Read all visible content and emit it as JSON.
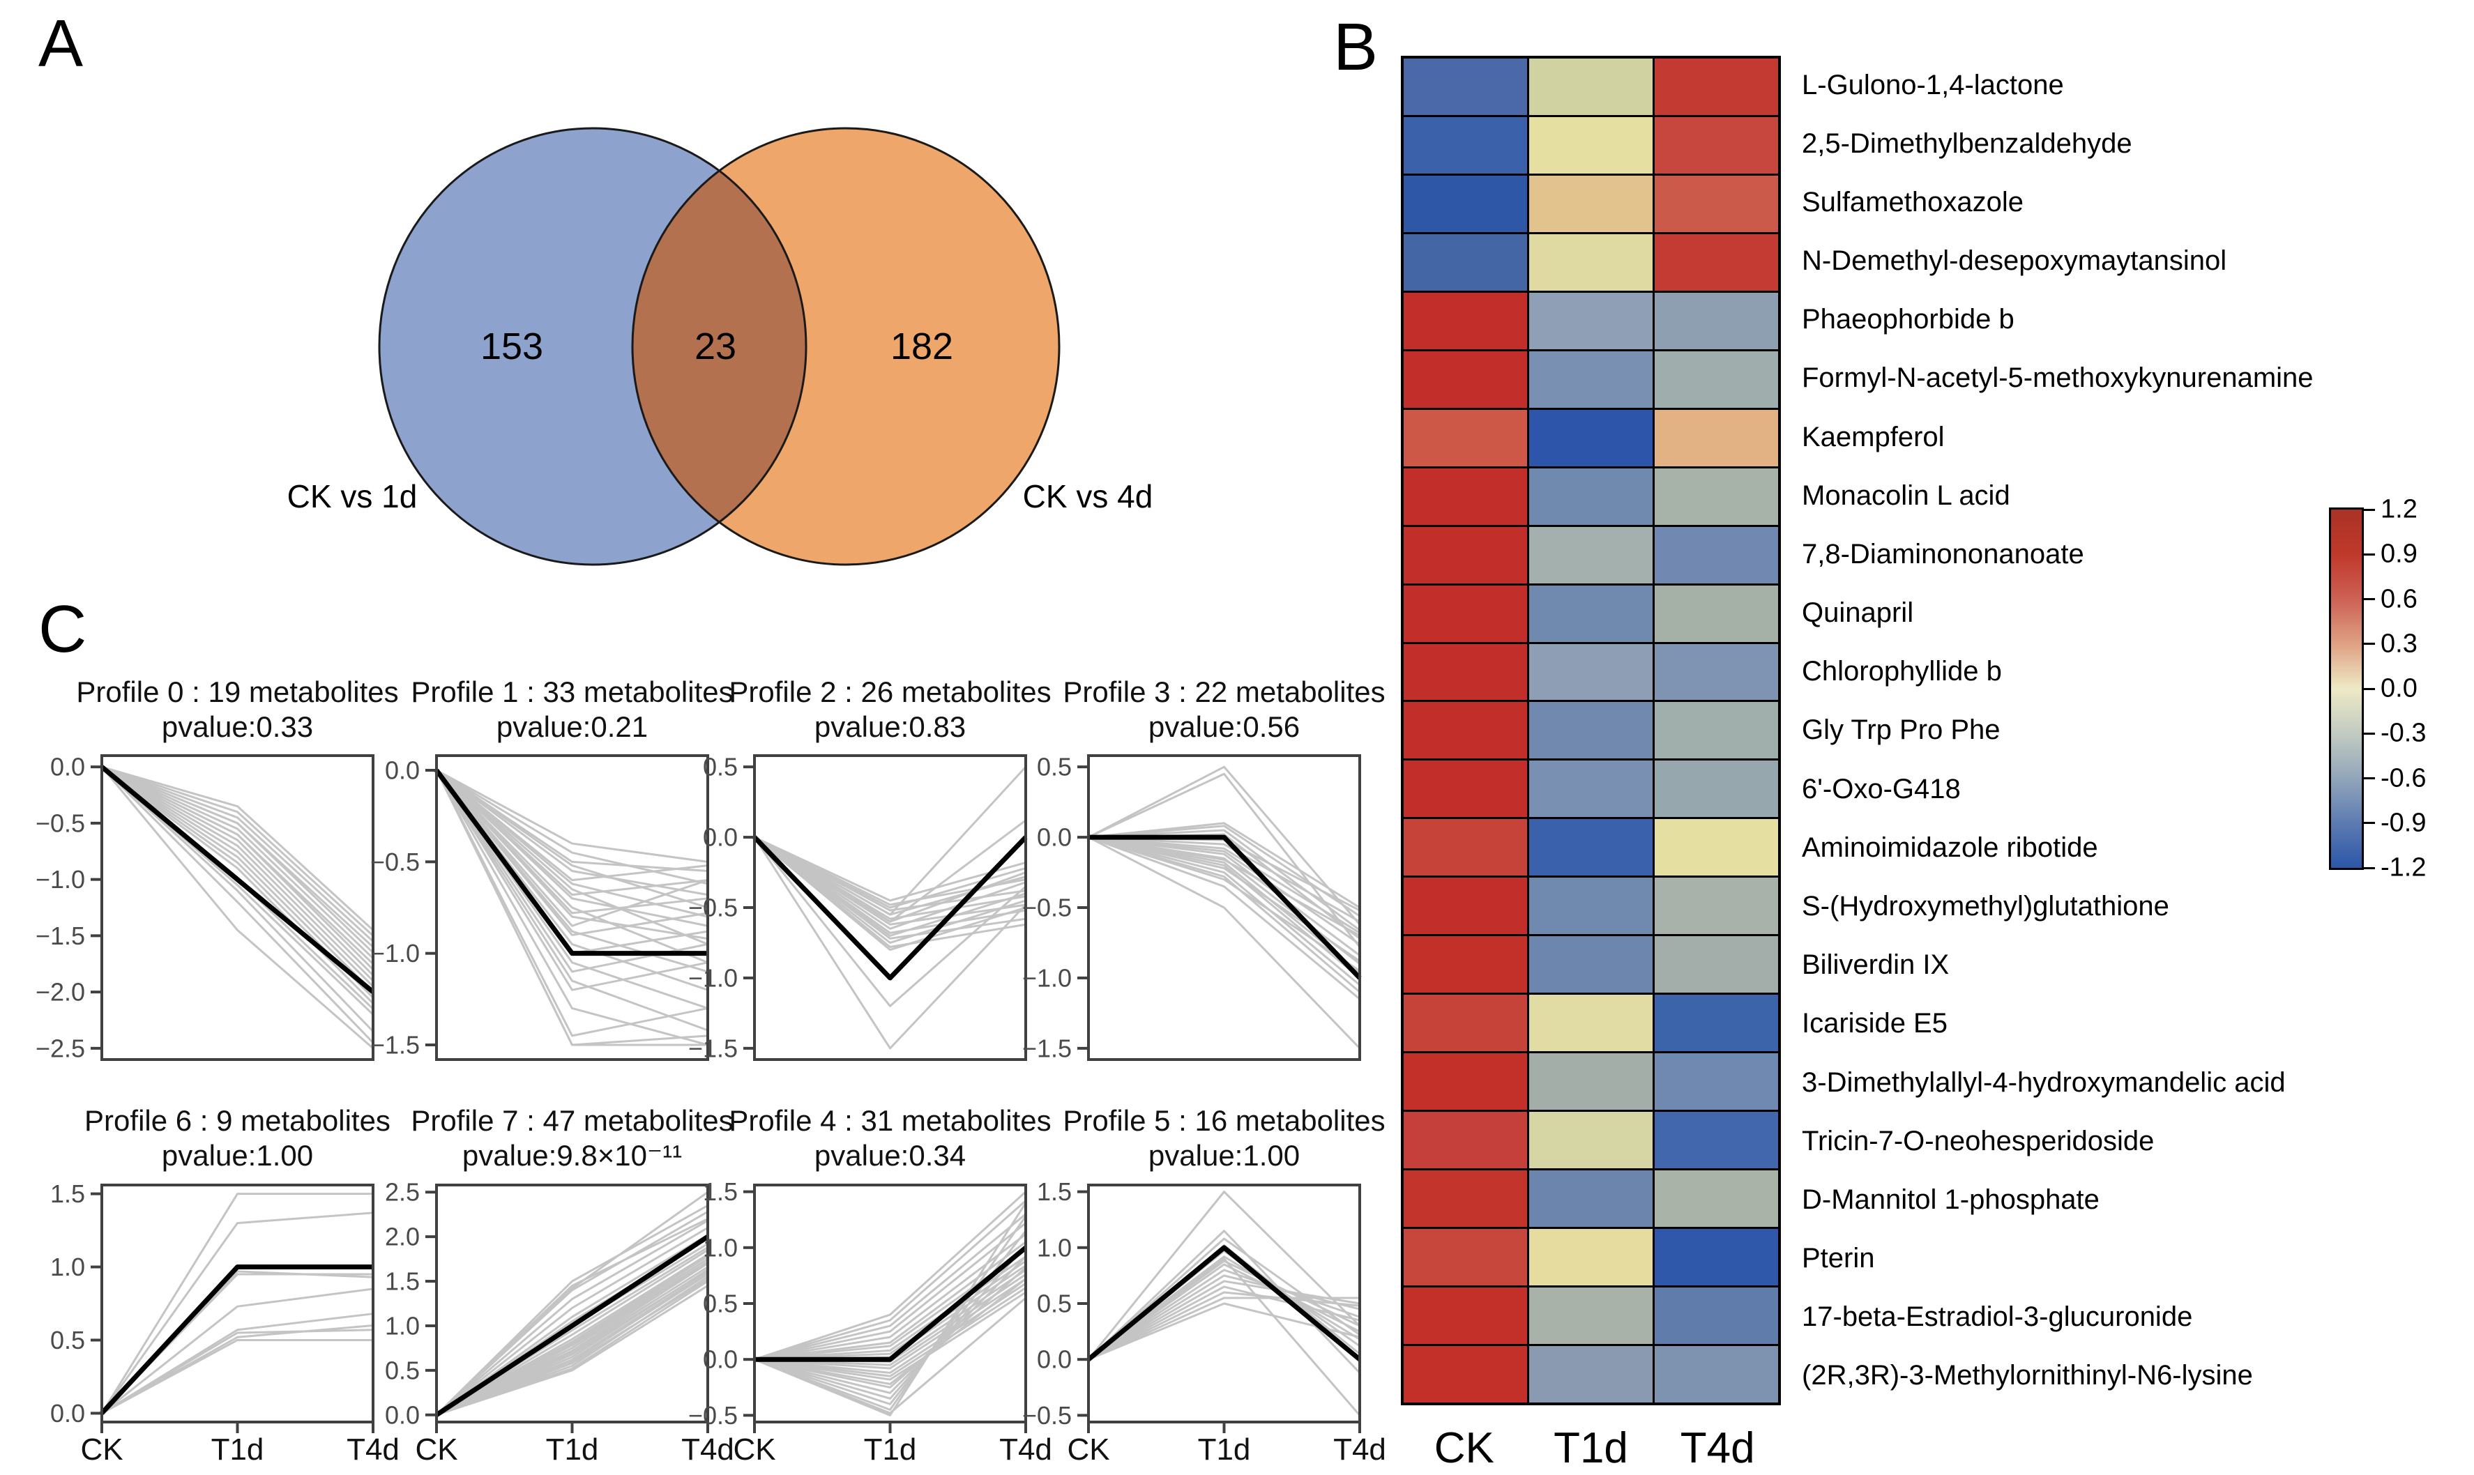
{
  "panels": {
    "a_label": "A",
    "b_label": "B",
    "c_label": "C"
  },
  "venn": {
    "left_label": "CK vs 1d",
    "right_label": "CK vs 4d",
    "left_count": "153",
    "overlap_count": "23",
    "right_count": "182",
    "left_color": "#8da2cc",
    "right_color": "#eea66a",
    "overlap_color": "#b3714f",
    "stroke_color": "#1a1a1a"
  },
  "heatmap": {
    "columns": [
      "CK",
      "T1d",
      "T4d"
    ],
    "rows": [
      {
        "label": "L-Gulono-1,4-lactone",
        "colors": [
          "#4b69a8",
          "#d0d2a2",
          "#c23a31"
        ]
      },
      {
        "label": "2,5-Dimethylbenzaldehyde",
        "colors": [
          "#3a61a9",
          "#e6dfa2",
          "#c7463d"
        ]
      },
      {
        "label": "Sulfamethoxazole",
        "colors": [
          "#2f57a7",
          "#e2c28d",
          "#cc5a4a"
        ]
      },
      {
        "label": "N-Demethyl-desepoxymaytansinol",
        "colors": [
          "#4566a5",
          "#dedaa2",
          "#c43b33"
        ]
      },
      {
        "label": "Phaeophorbide b",
        "colors": [
          "#c22e2a",
          "#8f9fb6",
          "#8f9fb2"
        ]
      },
      {
        "label": "Formyl-N-acetyl-5-methoxykynurenamine",
        "colors": [
          "#c22e2a",
          "#7990b2",
          "#9fadad"
        ]
      },
      {
        "label": "Kaempferol",
        "colors": [
          "#cd5847",
          "#2d55a9",
          "#e2b284"
        ]
      },
      {
        "label": "Monacolin L acid",
        "colors": [
          "#c22e2a",
          "#7089ae",
          "#a7b2a9"
        ]
      },
      {
        "label": "7,8-Diaminononanoate",
        "colors": [
          "#c22e2a",
          "#a3b0ae",
          "#7189b0"
        ]
      },
      {
        "label": "Quinapril",
        "colors": [
          "#c22e2a",
          "#7089ae",
          "#a5b1a6"
        ]
      },
      {
        "label": "Chlorophyllide b",
        "colors": [
          "#c22e2a",
          "#8d9eb5",
          "#7e94b2"
        ]
      },
      {
        "label": "Gly Trp Pro Phe",
        "colors": [
          "#c22e2a",
          "#7189af",
          "#a0aeac"
        ]
      },
      {
        "label": "6'-Oxo-G418",
        "colors": [
          "#c22e2a",
          "#7990b2",
          "#97a7ae"
        ]
      },
      {
        "label": "Aminoimidazole ribotide",
        "colors": [
          "#c6433a",
          "#3a61ab",
          "#e6dfa2"
        ]
      },
      {
        "label": "S-(Hydroxymethyl)glutathione",
        "colors": [
          "#c22e2a",
          "#7089ae",
          "#a8b2ab"
        ]
      },
      {
        "label": "Biliverdin IX",
        "colors": [
          "#c23029",
          "#6d86ae",
          "#a3aeaa"
        ]
      },
      {
        "label": "Icariside E5",
        "colors": [
          "#c6433a",
          "#e0dca4",
          "#3c64ab"
        ]
      },
      {
        "label": "3-Dimethylallyl-4-hydroxymandelic acid",
        "colors": [
          "#c23029",
          "#a3aea9",
          "#6f89b0"
        ]
      },
      {
        "label": "Tricin-7-O-neohesperidoside",
        "colors": [
          "#c5403a",
          "#d6d6a4",
          "#4367ad"
        ]
      },
      {
        "label": "D-Mannitol 1-phosphate",
        "colors": [
          "#c3342c",
          "#6b85ad",
          "#aab3a8"
        ]
      },
      {
        "label": "Pterin",
        "colors": [
          "#c7473d",
          "#e7dca0",
          "#3058aa"
        ]
      },
      {
        "label": "17-beta-Estradiol-3-glucuronide",
        "colors": [
          "#c23029",
          "#a9b2a9",
          "#5f7cab"
        ]
      },
      {
        "label": "(2R,3R)-3-Methylornithinyl-N6-lysine",
        "colors": [
          "#c23029",
          "#8a9bb1",
          "#7e93af"
        ]
      }
    ],
    "colorbar": {
      "ticks": [
        "1.2",
        "0.9",
        "0.6",
        "0.3",
        "0.0",
        "-0.3",
        "-0.6",
        "-0.9",
        "-1.2"
      ],
      "gradient": [
        "#a93226",
        "#c0392b",
        "#cd6155",
        "#dfa183",
        "#eee9c6",
        "#c2cbc2",
        "#92a6ba",
        "#5d7bb2",
        "#2d56a8"
      ]
    }
  },
  "chart_data": [
    {
      "type": "line",
      "title": "Profile 0 : 19 metabolites",
      "subtitle": "pvalue:0.33",
      "row": 0,
      "col": 0,
      "x": [
        "CK",
        "T1d",
        "T4d"
      ],
      "yticks": [
        0.0,
        -0.5,
        -1.0,
        -1.5,
        -2.0,
        -2.5
      ],
      "ylim": [
        0.1,
        -2.6
      ],
      "mean_line": [
        0,
        -1.0,
        -2.0
      ],
      "member_lines": [
        [
          0,
          -0.35,
          -1.45
        ],
        [
          0,
          -0.4,
          -1.5
        ],
        [
          0,
          -0.45,
          -1.55
        ],
        [
          0,
          -0.5,
          -1.6
        ],
        [
          0,
          -0.5,
          -1.65
        ],
        [
          0,
          -0.55,
          -1.7
        ],
        [
          0,
          -0.6,
          -1.75
        ],
        [
          0,
          -0.6,
          -1.8
        ],
        [
          0,
          -0.65,
          -1.85
        ],
        [
          0,
          -0.7,
          -1.9
        ],
        [
          0,
          -0.75,
          -1.95
        ],
        [
          0,
          -0.8,
          -2.0
        ],
        [
          0,
          -0.85,
          -2.05
        ],
        [
          0,
          -0.9,
          -2.1
        ],
        [
          0,
          -1.0,
          -2.15
        ],
        [
          0,
          -1.05,
          -2.2
        ],
        [
          0,
          -1.1,
          -2.35
        ],
        [
          0,
          -1.2,
          -2.45
        ],
        [
          0,
          -1.45,
          -2.5
        ]
      ]
    },
    {
      "type": "line",
      "title": "Profile 1 : 33 metabolites",
      "subtitle": "pvalue:0.21",
      "row": 0,
      "col": 1,
      "x": [
        "CK",
        "T1d",
        "T4d"
      ],
      "yticks": [
        0.0,
        -0.5,
        -1.0,
        -1.5
      ],
      "ylim": [
        0.08,
        -1.58
      ],
      "mean_line": [
        0,
        -1.0,
        -1.0
      ],
      "member_lines": [
        [
          0,
          -0.4,
          -0.5
        ],
        [
          0,
          -0.45,
          -0.62
        ],
        [
          0,
          -0.5,
          -0.55
        ],
        [
          0,
          -0.52,
          -0.75
        ],
        [
          0,
          -0.55,
          -0.68
        ],
        [
          0,
          -0.6,
          -0.52
        ],
        [
          0,
          -0.62,
          -0.8
        ],
        [
          0,
          -0.65,
          -0.95
        ],
        [
          0,
          -0.68,
          -0.6
        ],
        [
          0,
          -0.7,
          -0.85
        ],
        [
          0,
          -0.75,
          -1.05
        ],
        [
          0,
          -0.78,
          -0.7
        ],
        [
          0,
          -0.8,
          -0.92
        ],
        [
          0,
          -0.85,
          -0.6
        ],
        [
          0,
          -0.88,
          -1.1
        ],
        [
          0,
          -0.9,
          -0.78
        ],
        [
          0,
          -0.95,
          -1.2
        ],
        [
          0,
          -1.0,
          -0.88
        ],
        [
          0,
          -1.05,
          -1.3
        ],
        [
          0,
          -1.1,
          -0.95
        ],
        [
          0,
          -1.15,
          -1.42
        ],
        [
          0,
          -1.2,
          -1.05
        ],
        [
          0,
          -1.3,
          -1.5
        ],
        [
          0,
          -1.45,
          -1.3
        ],
        [
          0,
          -1.5,
          -1.45
        ],
        [
          0,
          -1.5,
          -1.5
        ]
      ]
    },
    {
      "type": "line",
      "title": "Profile 2 : 26 metabolites",
      "subtitle": "pvalue:0.83",
      "row": 0,
      "col": 2,
      "x": [
        "CK",
        "T1d",
        "T4d"
      ],
      "yticks": [
        0.5,
        0.0,
        -0.5,
        -1.0,
        -1.5
      ],
      "ylim": [
        0.58,
        -1.58
      ],
      "mean_line": [
        0,
        -1.0,
        0.0
      ],
      "member_lines": [
        [
          0,
          -0.45,
          -0.18
        ],
        [
          0,
          -0.48,
          -0.3
        ],
        [
          0,
          -0.5,
          -0.22
        ],
        [
          0,
          -0.52,
          -0.38
        ],
        [
          0,
          -0.55,
          -0.28
        ],
        [
          0,
          -0.55,
          0.5
        ],
        [
          0,
          -0.58,
          -0.42
        ],
        [
          0,
          -0.6,
          -0.25
        ],
        [
          0,
          -0.6,
          0.12
        ],
        [
          0,
          -0.62,
          -0.48
        ],
        [
          0,
          -0.65,
          -0.32
        ],
        [
          0,
          -0.68,
          -0.52
        ],
        [
          0,
          -0.7,
          -0.4
        ],
        [
          0,
          -0.72,
          -0.58
        ],
        [
          0,
          -0.75,
          -0.45
        ],
        [
          0,
          -0.78,
          -0.62
        ],
        [
          0,
          -0.8,
          -0.5
        ],
        [
          0,
          -1.2,
          -0.35
        ],
        [
          0,
          -1.5,
          -0.48
        ]
      ]
    },
    {
      "type": "line",
      "title": "Profile 3 : 22 metabolites",
      "subtitle": "pvalue:0.56",
      "row": 0,
      "col": 3,
      "x": [
        "CK",
        "T1d",
        "T4d"
      ],
      "yticks": [
        0.5,
        0.0,
        -0.5,
        -1.0,
        -1.5
      ],
      "ylim": [
        0.58,
        -1.58
      ],
      "mean_line": [
        0,
        0.0,
        -1.0
      ],
      "member_lines": [
        [
          0,
          0.5,
          -0.62
        ],
        [
          0,
          0.45,
          -0.78
        ],
        [
          0,
          0.1,
          -0.5
        ],
        [
          0,
          0.08,
          -0.56
        ],
        [
          0,
          0.05,
          -0.66
        ],
        [
          0,
          0.02,
          -0.72
        ],
        [
          0,
          -0.02,
          -0.52
        ],
        [
          0,
          -0.05,
          -0.6
        ],
        [
          0,
          -0.08,
          -0.68
        ],
        [
          0,
          -0.1,
          -0.76
        ],
        [
          0,
          -0.12,
          -0.84
        ],
        [
          0,
          -0.15,
          -0.9
        ],
        [
          0,
          -0.16,
          -0.7
        ],
        [
          0,
          -0.18,
          -0.96
        ],
        [
          0,
          -0.2,
          -1.0
        ],
        [
          0,
          -0.22,
          -0.88
        ],
        [
          0,
          -0.25,
          -1.05
        ],
        [
          0,
          -0.28,
          -1.1
        ],
        [
          0,
          -0.3,
          -0.95
        ],
        [
          0,
          -0.35,
          -1.15
        ],
        [
          0,
          -0.5,
          -1.5
        ]
      ]
    },
    {
      "type": "line",
      "title": "Profile 6 : 9 metabolites",
      "subtitle": "pvalue:1.00",
      "row": 1,
      "col": 0,
      "x": [
        "CK",
        "T1d",
        "T4d"
      ],
      "yticks": [
        1.5,
        1.0,
        0.5,
        0.0
      ],
      "ylim": [
        1.56,
        -0.06
      ],
      "mean_line": [
        0,
        1.0,
        1.0
      ],
      "member_lines": [
        [
          0,
          1.5,
          1.5
        ],
        [
          0,
          1.3,
          1.37
        ],
        [
          0,
          0.97,
          0.93
        ],
        [
          0,
          0.95,
          0.95
        ],
        [
          0,
          0.73,
          0.85
        ],
        [
          0,
          0.57,
          0.68
        ],
        [
          0,
          0.55,
          0.57
        ],
        [
          0,
          0.52,
          0.6
        ],
        [
          0,
          0.5,
          0.5
        ]
      ]
    },
    {
      "type": "line",
      "title": "Profile 7 : 47 metabolites",
      "subtitle": "pvalue:9.8×10⁻¹¹",
      "row": 1,
      "col": 1,
      "x": [
        "CK",
        "T1d",
        "T4d"
      ],
      "yticks": [
        2.5,
        2.0,
        1.5,
        1.0,
        0.5,
        0.0
      ],
      "ylim": [
        2.58,
        -0.08
      ],
      "mean_line": [
        0,
        1.0,
        2.0
      ],
      "member_lines": [
        [
          0,
          0.5,
          1.45
        ],
        [
          0,
          0.52,
          1.5
        ],
        [
          0,
          0.55,
          1.55
        ],
        [
          0,
          0.6,
          1.58
        ],
        [
          0,
          0.62,
          1.6
        ],
        [
          0,
          0.65,
          1.63
        ],
        [
          0,
          0.7,
          1.66
        ],
        [
          0,
          0.72,
          1.7
        ],
        [
          0,
          0.75,
          1.72
        ],
        [
          0,
          0.8,
          1.75
        ],
        [
          0,
          0.82,
          1.78
        ],
        [
          0,
          0.85,
          1.8
        ],
        [
          0,
          0.9,
          1.85
        ],
        [
          0,
          0.95,
          1.88
        ],
        [
          0,
          1.0,
          1.92
        ],
        [
          0,
          1.05,
          1.98
        ],
        [
          0,
          1.1,
          2.02
        ],
        [
          0,
          1.2,
          2.1
        ],
        [
          0,
          1.3,
          2.18
        ],
        [
          0,
          1.4,
          2.28
        ],
        [
          0,
          1.45,
          2.2
        ],
        [
          0,
          1.5,
          2.35
        ],
        [
          0,
          1.42,
          2.5
        ],
        [
          0,
          0.58,
          1.52
        ],
        [
          0,
          0.68,
          1.62
        ],
        [
          0,
          0.78,
          1.72
        ]
      ]
    },
    {
      "type": "line",
      "title": "Profile 4 : 31 metabolites",
      "subtitle": "pvalue:0.34",
      "row": 1,
      "col": 2,
      "x": [
        "CK",
        "T1d",
        "T4d"
      ],
      "yticks": [
        1.5,
        1.0,
        0.5,
        0.0,
        -0.5
      ],
      "ylim": [
        1.56,
        -0.56
      ],
      "mean_line": [
        0,
        0.0,
        1.0
      ],
      "member_lines": [
        [
          0,
          0.4,
          1.5
        ],
        [
          0,
          0.35,
          1.42
        ],
        [
          0,
          0.3,
          1.3
        ],
        [
          0,
          0.25,
          1.22
        ],
        [
          0,
          0.2,
          1.12
        ],
        [
          0,
          0.15,
          1.05
        ],
        [
          0,
          0.12,
          0.98
        ],
        [
          0,
          0.08,
          0.92
        ],
        [
          0,
          0.05,
          0.88
        ],
        [
          0,
          0.02,
          0.84
        ],
        [
          0,
          -0.02,
          0.8
        ],
        [
          0,
          -0.05,
          0.76
        ],
        [
          0,
          -0.08,
          0.72
        ],
        [
          0,
          -0.12,
          0.68
        ],
        [
          0,
          -0.15,
          0.64
        ],
        [
          0,
          -0.18,
          0.6
        ],
        [
          0,
          -0.22,
          0.72
        ],
        [
          0,
          -0.25,
          0.82
        ],
        [
          0,
          -0.3,
          0.92
        ],
        [
          0,
          -0.35,
          1.02
        ],
        [
          0,
          -0.4,
          1.15
        ],
        [
          0,
          -0.45,
          1.28
        ],
        [
          0,
          -0.5,
          1.4
        ],
        [
          0,
          -0.48,
          0.55
        ]
      ]
    },
    {
      "type": "line",
      "title": "Profile 5 : 16 metabolites",
      "subtitle": "pvalue:1.00",
      "row": 1,
      "col": 3,
      "x": [
        "CK",
        "T1d",
        "T4d"
      ],
      "yticks": [
        1.5,
        1.0,
        0.5,
        0.0,
        -0.5
      ],
      "ylim": [
        1.56,
        -0.56
      ],
      "mean_line": [
        0,
        1.0,
        0.0
      ],
      "member_lines": [
        [
          0,
          1.5,
          0.3
        ],
        [
          0,
          1.15,
          -0.12
        ],
        [
          0,
          1.08,
          0.22
        ],
        [
          0,
          1.02,
          0.05
        ],
        [
          0,
          0.97,
          0.12
        ],
        [
          0,
          0.92,
          0.18
        ],
        [
          0,
          0.88,
          0.3
        ],
        [
          0,
          0.85,
          0.25
        ],
        [
          0,
          0.8,
          0.38
        ],
        [
          0,
          0.75,
          0.45
        ],
        [
          0,
          0.7,
          0.5
        ],
        [
          0,
          0.65,
          0.35
        ],
        [
          0,
          0.6,
          0.48
        ],
        [
          0,
          0.55,
          0.55
        ],
        [
          0,
          0.9,
          -0.5
        ],
        [
          0,
          0.5,
          0.2
        ]
      ]
    }
  ]
}
